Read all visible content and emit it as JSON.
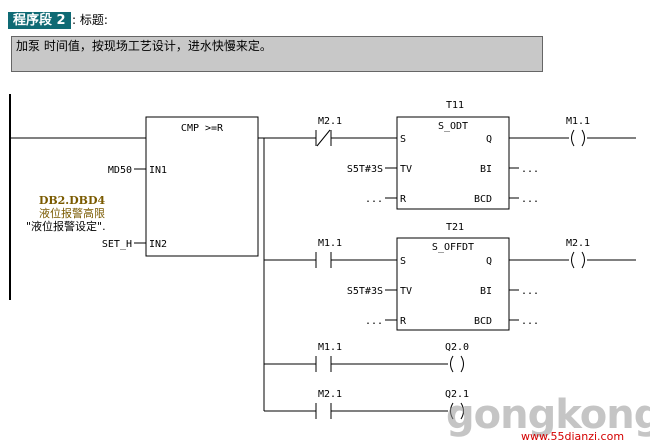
{
  "segment": {
    "badge": "程序段 2",
    "title": ": 标题:"
  },
  "comment": "加泵 时间值，按现场工艺设计，进水快慢来定。",
  "cmp": {
    "label": "CMP >=R",
    "in1": "IN1",
    "in2": "IN2",
    "in1_operand": "MD50",
    "in2_operand": "SET_H"
  },
  "db": {
    "address": "DB2.DBD4",
    "symbol": "液位报警高限",
    "comment": "\"液位报警设定\"."
  },
  "timer1": {
    "name": "T11",
    "type": "S_ODT",
    "s": "S",
    "tv": "TV",
    "r": "R",
    "q": "Q",
    "bi": "BI",
    "bcd": "BCD",
    "tv_value": "S5T#3S",
    "r_operand": "...",
    "bi_operand": "...",
    "bcd_operand": "..."
  },
  "timer2": {
    "name": "T21",
    "type": "S_OFFDT",
    "s": "S",
    "tv": "TV",
    "r": "R",
    "q": "Q",
    "bi": "BI",
    "bcd": "BCD",
    "tv_value": "S5T#3S",
    "r_operand": "...",
    "bi_operand": "...",
    "bcd_operand": "..."
  },
  "contacts": {
    "c1": {
      "address": "M2.1",
      "kind": "normally-closed"
    },
    "c2": {
      "address": "M1.1",
      "kind": "normally-open"
    },
    "c3": {
      "address": "M1.1",
      "kind": "normally-open"
    },
    "c4": {
      "address": "M2.1",
      "kind": "normally-open"
    }
  },
  "coils": {
    "k1": {
      "address": "M1.1"
    },
    "k2": {
      "address": "M2.1"
    },
    "k3": {
      "address": "Q2.0"
    },
    "k4": {
      "address": "Q2.1"
    }
  },
  "watermark": {
    "logo": "gongkong",
    "url": "www.55dianzi.com"
  },
  "colors": {
    "badge_bg": "#0f6a74",
    "comment_bg": "#c8c8c8",
    "db_text": "#7a5a00",
    "url_text": "#d40000"
  }
}
